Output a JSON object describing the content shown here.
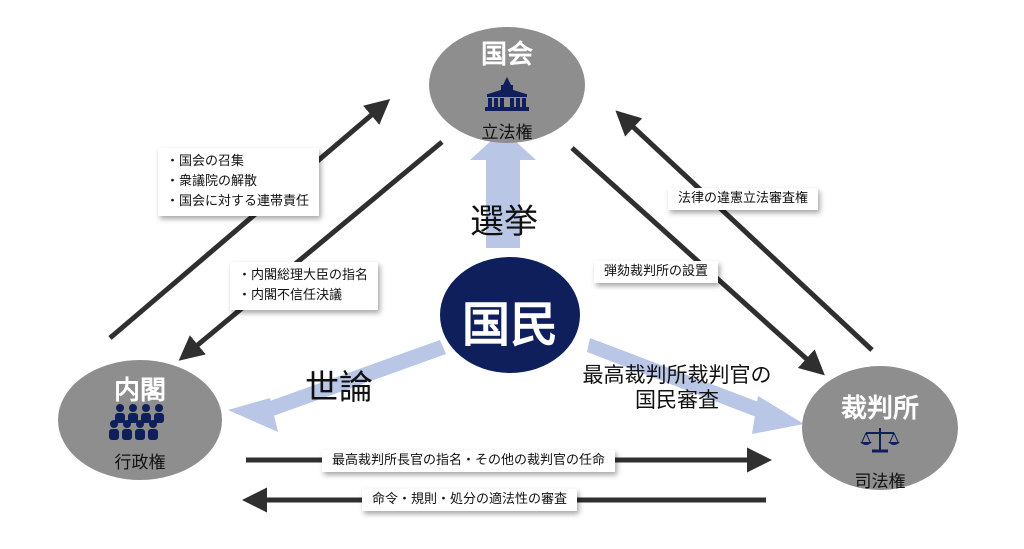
{
  "nodes": {
    "diet": {
      "title": "国会",
      "subtitle": "立法権",
      "icon": "diet-building-icon"
    },
    "cabinet": {
      "title": "内閣",
      "subtitle": "行政権",
      "icon": "people-group-icon"
    },
    "court": {
      "title": "裁判所",
      "subtitle": "司法権",
      "icon": "scales-icon"
    },
    "people": {
      "title": "国民"
    }
  },
  "labels": {
    "cabinet_to_diet": [
      "・国会の召集",
      "・衆議院の解散",
      "・国会に対する連帯責任"
    ],
    "diet_to_cabinet": [
      "・内閣総理大臣の指名",
      "・内閣不信任決議"
    ],
    "court_to_diet": "法律の違憲立法審査権",
    "diet_to_court": "弾劾裁判所の設置",
    "cabinet_to_court": "最高裁判所長官の指名・その他の裁判官の任命",
    "court_to_cabinet": "命令・規則・処分の適法性の審査",
    "election": "選挙",
    "public_opinion": "世論",
    "national_review": [
      "最高裁判所裁判官の",
      "国民審査"
    ]
  },
  "colors": {
    "node_gray": "#8e8e8e",
    "people_navy": "#0f1f5c",
    "light_arrow": "#b9c6e6",
    "dark_arrow": "#2f2f2f"
  }
}
